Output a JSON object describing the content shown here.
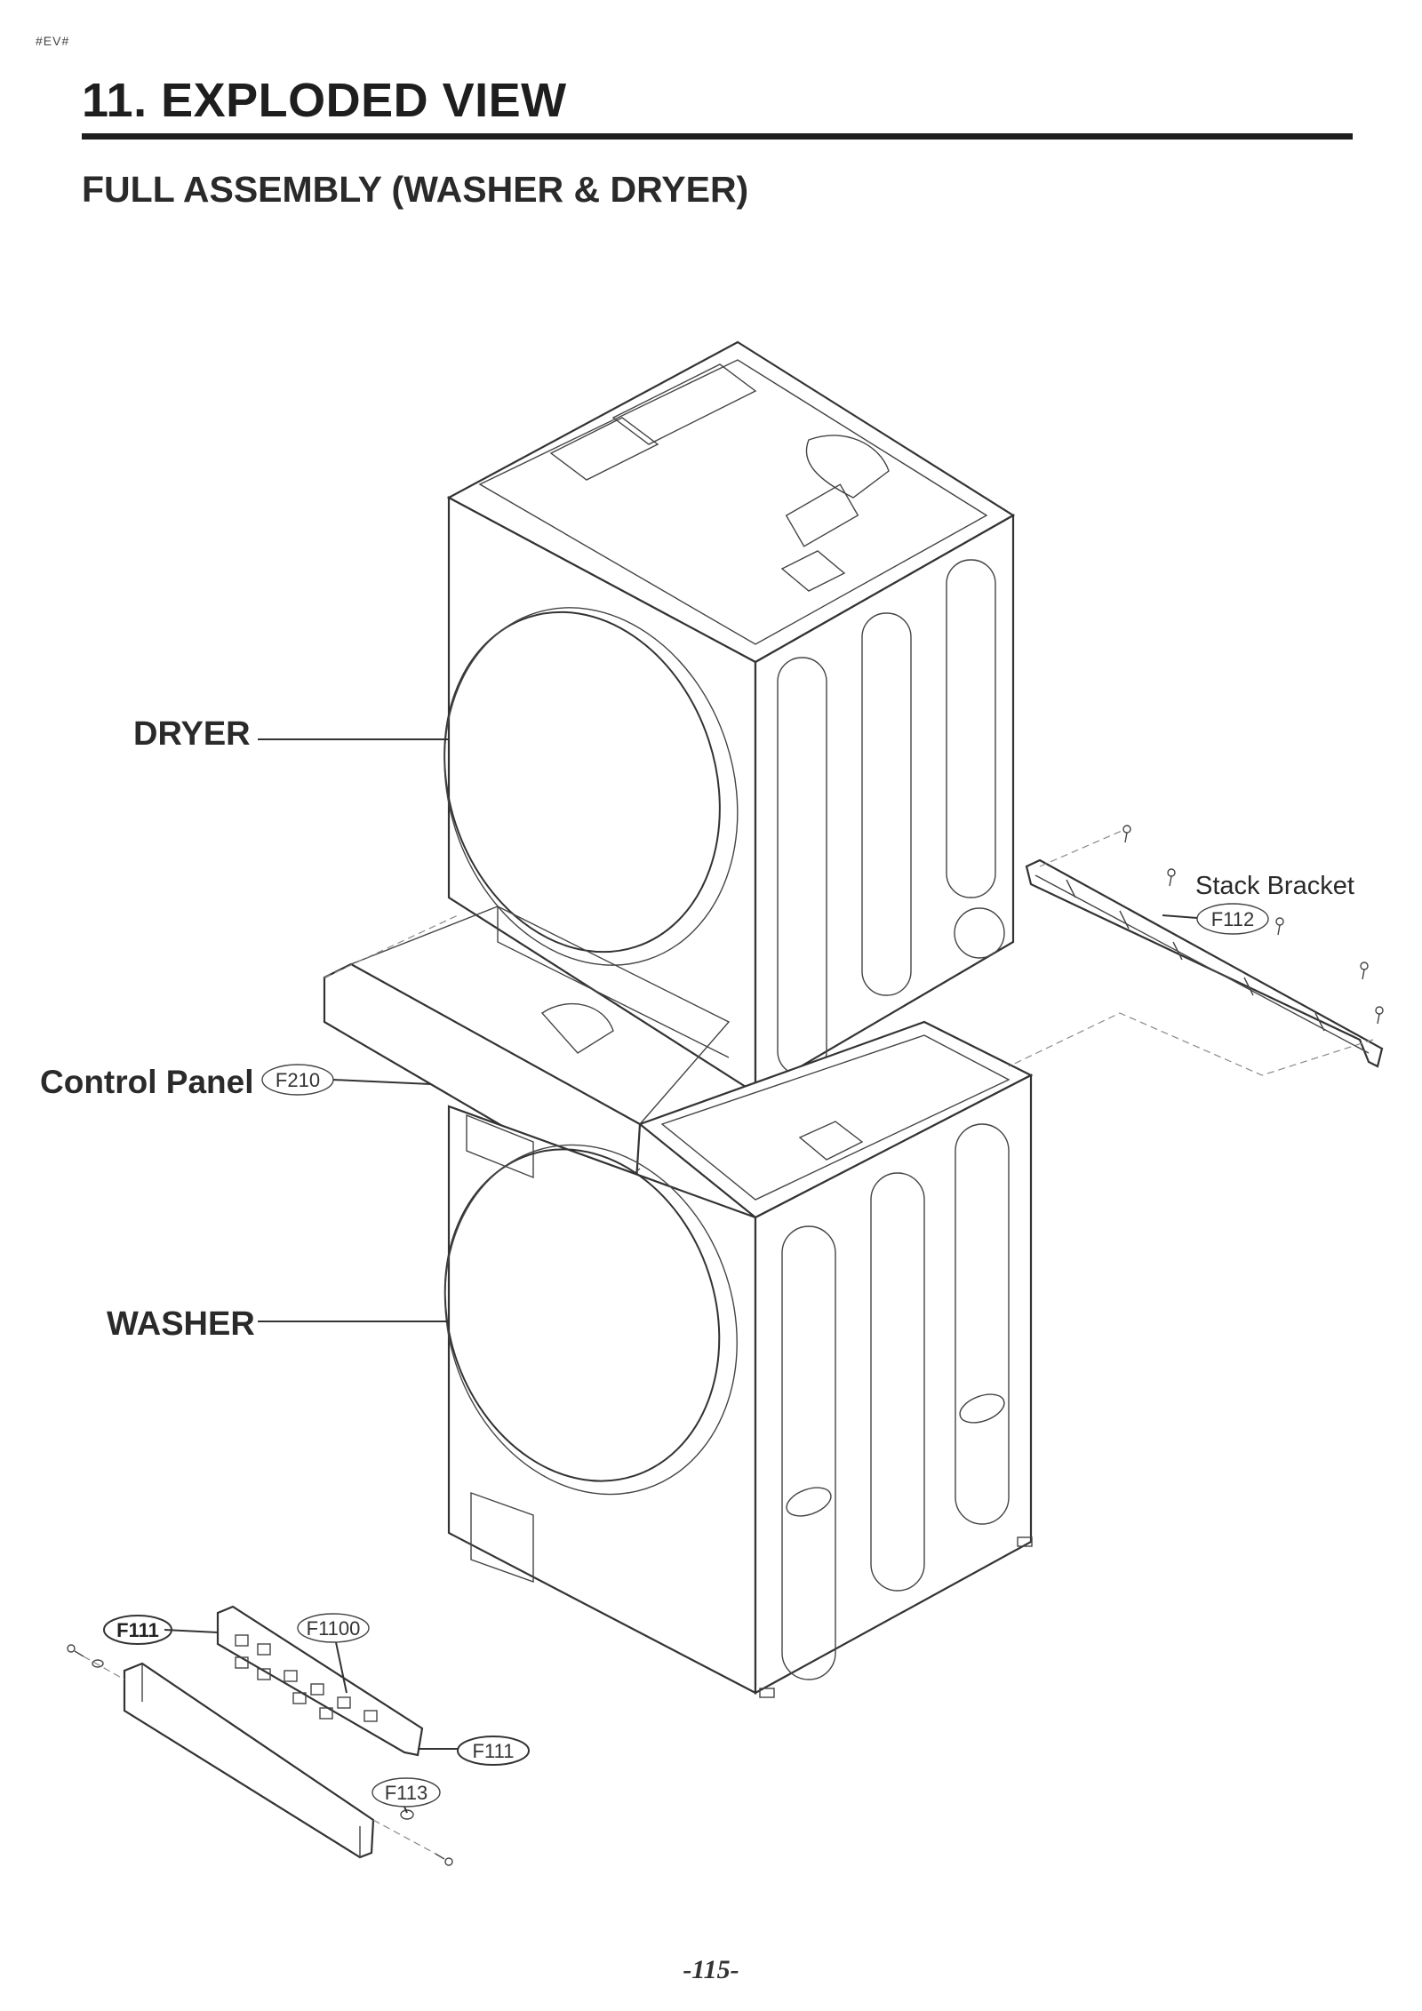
{
  "page": {
    "tag": "#EV#",
    "title": "11. EXPLODED VIEW",
    "subtitle": "FULL ASSEMBLY (WASHER & DRYER)",
    "page_number": "-115-"
  },
  "labels": {
    "dryer": "DRYER",
    "washer": "WASHER",
    "control_panel": "Control Panel",
    "stack_bracket": "Stack Bracket"
  },
  "codes": {
    "control_panel": "F210",
    "stack_bracket": "F112",
    "f111_left": "F111",
    "f1100": "F1100",
    "f111_right": "F111",
    "f113": "F113"
  }
}
